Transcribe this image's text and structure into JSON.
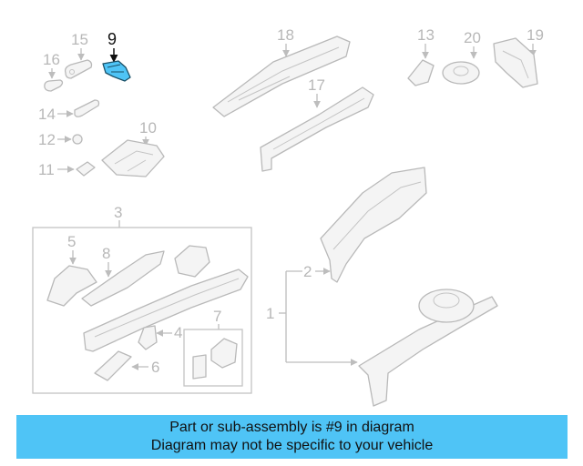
{
  "diagram": {
    "highlighted_part": "9",
    "highlight_color": "#4fc4f6",
    "callouts": [
      "1",
      "2",
      "3",
      "4",
      "5",
      "6",
      "7",
      "8",
      "9",
      "10",
      "11",
      "12",
      "13",
      "14",
      "15",
      "16",
      "17",
      "18",
      "19",
      "20"
    ]
  },
  "banner": {
    "line1": "Part or sub-assembly is #9 in diagram",
    "line2": "Diagram may not be specific to your vehicle",
    "background": "#4fc4f6"
  }
}
